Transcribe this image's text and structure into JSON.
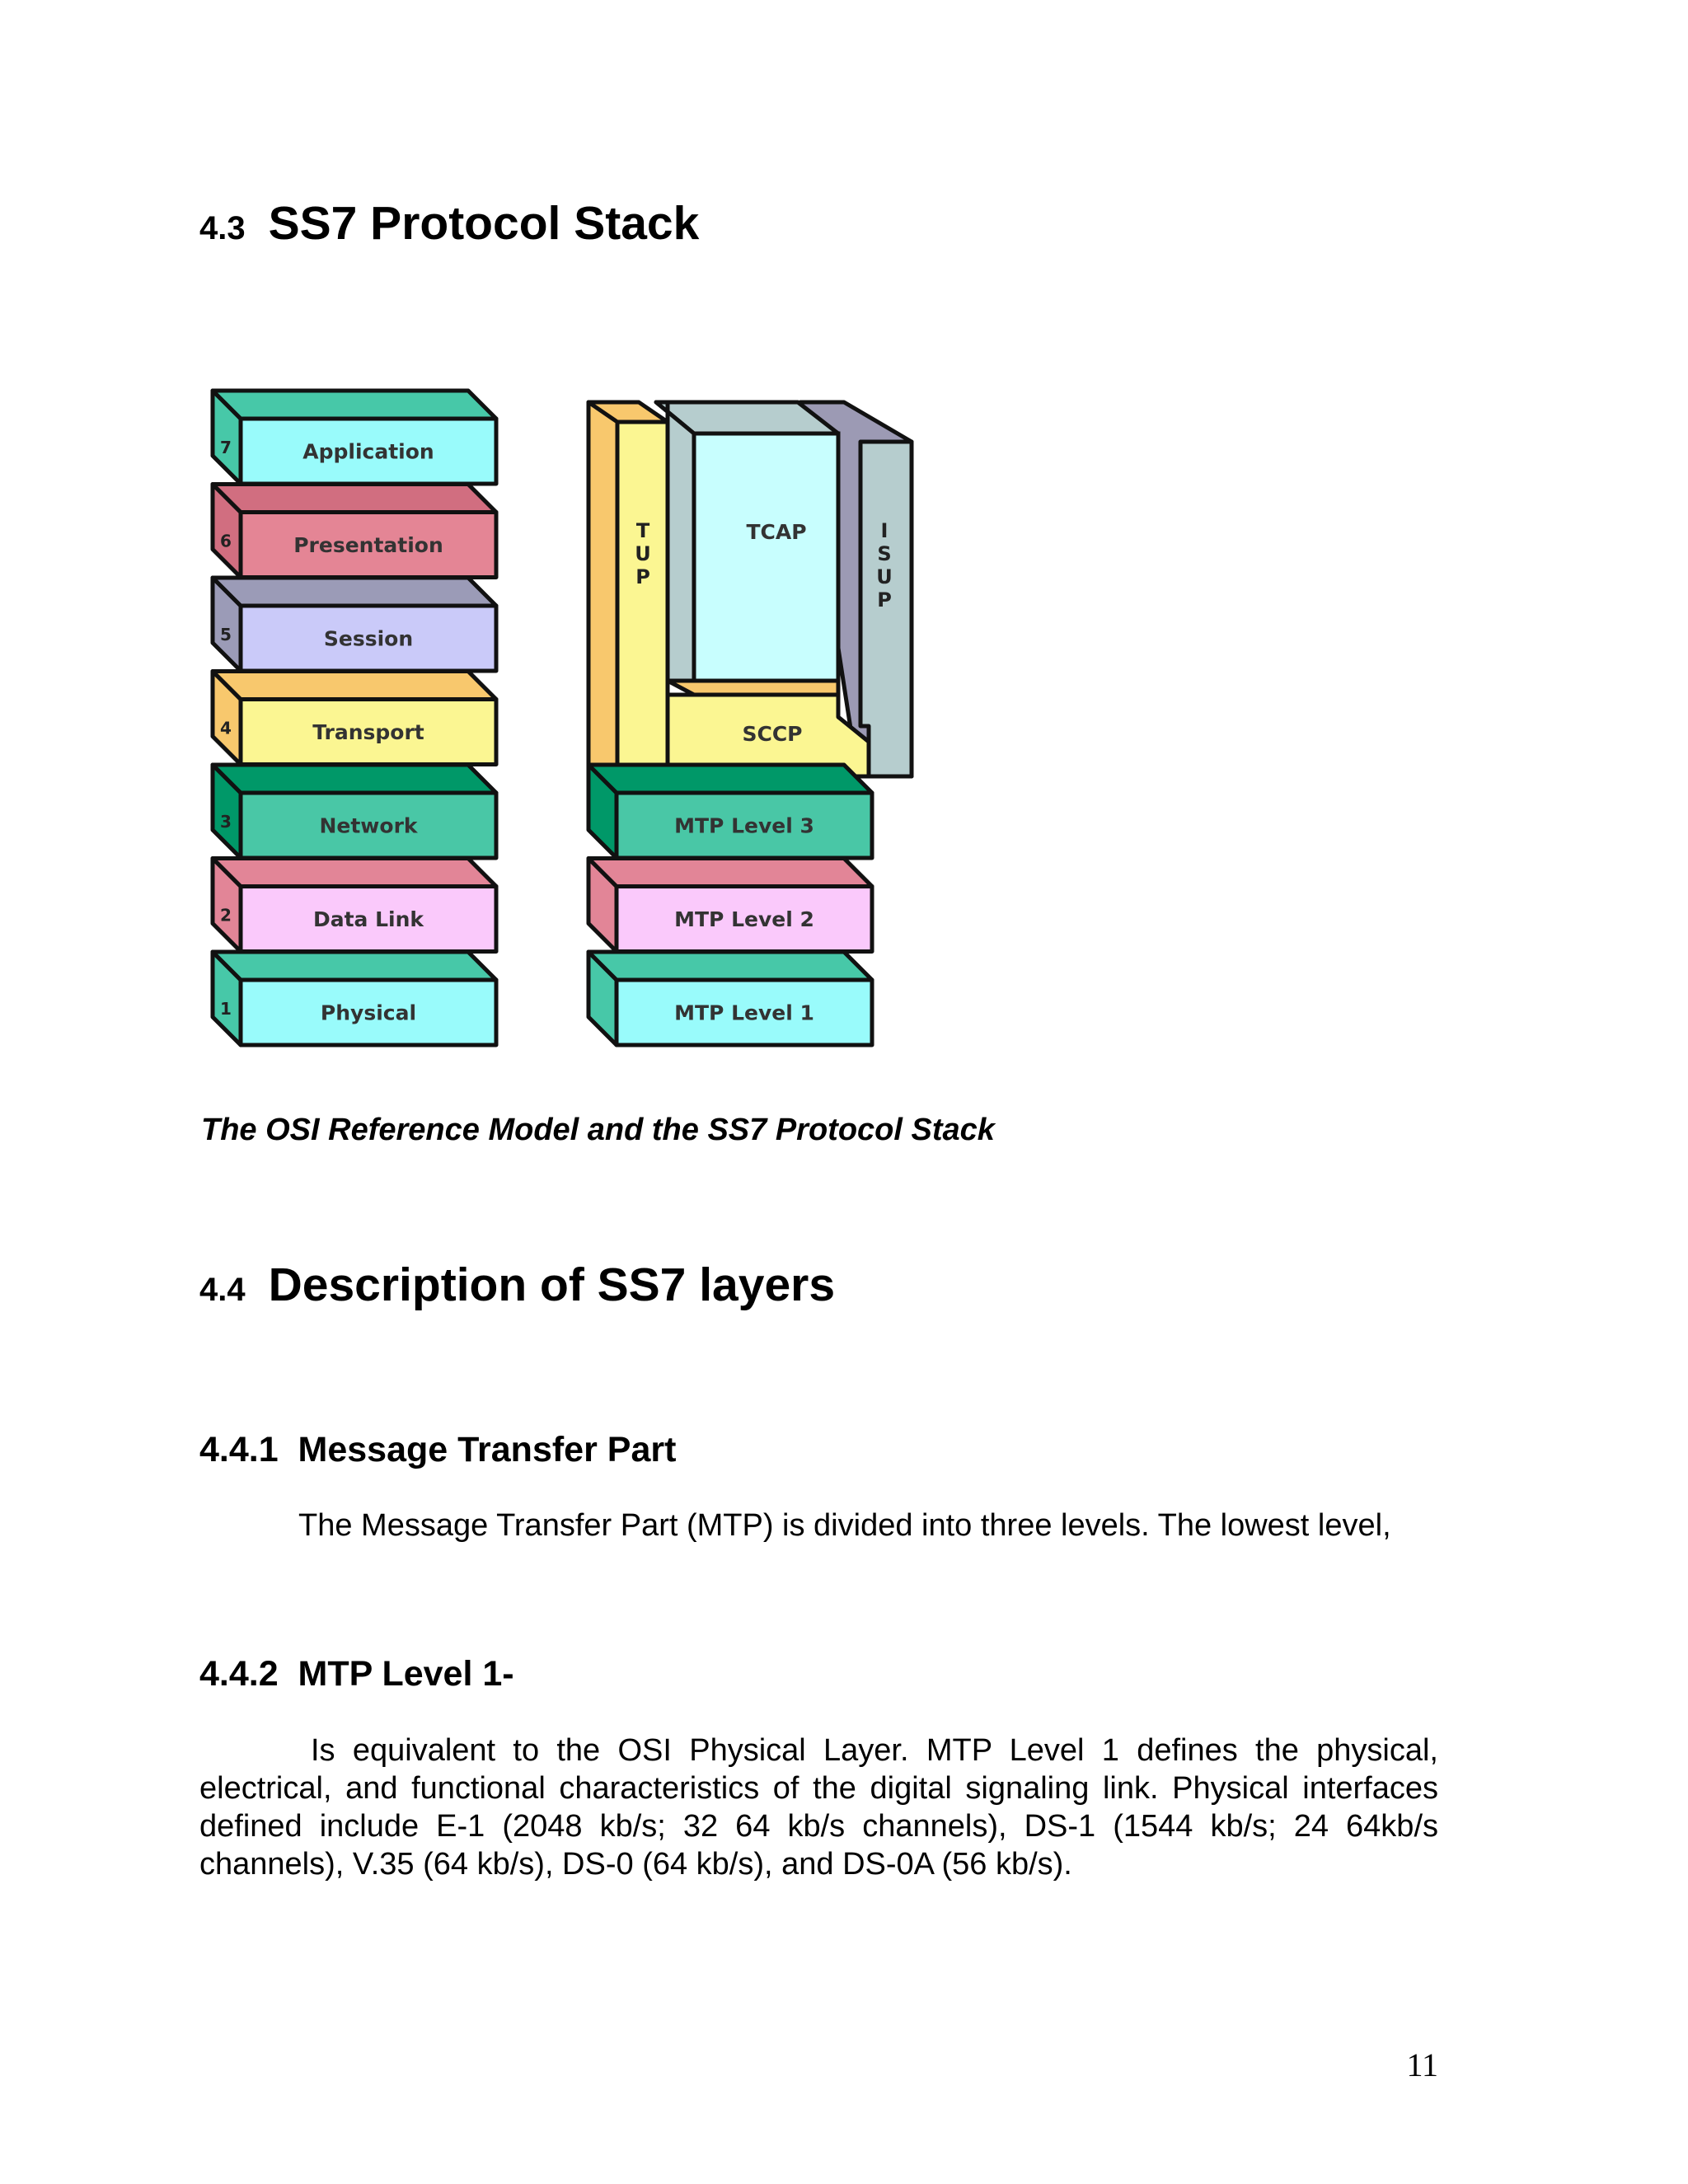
{
  "section_4_3": {
    "number": "4.3",
    "title": "SS7 Protocol Stack"
  },
  "figure": {
    "osi_layers": [
      {
        "number": "7",
        "name": "Application",
        "color": "#99fbfb",
        "side": "#47c8a8"
      },
      {
        "number": "6",
        "name": "Presentation",
        "color": "#e48595",
        "side": "#d16e80"
      },
      {
        "number": "5",
        "name": "Session",
        "color": "#cacaf9",
        "side": "#9b9bb7"
      },
      {
        "number": "4",
        "name": "Transport",
        "color": "#fbf692",
        "side": "#f8c86d"
      },
      {
        "number": "3",
        "name": "Network",
        "color": "#49c7a6",
        "side": "#009868"
      },
      {
        "number": "2",
        "name": "Data Link",
        "color": "#fac9fb",
        "side": "#e28597"
      },
      {
        "number": "1",
        "name": "Physical",
        "color": "#99fbfb",
        "side": "#47c8a8"
      }
    ],
    "ss7_mtp_levels": [
      {
        "name": "MTP Level 3",
        "color": "#49c7a6",
        "side": "#009868"
      },
      {
        "name": "MTP Level 2",
        "color": "#fac9fb",
        "side": "#e28597"
      },
      {
        "name": "MTP Level 1",
        "color": "#99fbfb",
        "side": "#47c8a8"
      }
    ],
    "ss7_upper": {
      "tup": {
        "letters": [
          "T",
          "U",
          "P"
        ],
        "color": "#fbf692",
        "side": "#f8c86d"
      },
      "tcap": {
        "name": "TCAP",
        "color": "#c8fefe",
        "side": "#b6cdce"
      },
      "isup": {
        "letters": [
          "I",
          "S",
          "U",
          "P"
        ],
        "color": "#b6cdce",
        "side": "#9c9ab4"
      },
      "sccp": {
        "name": "SCCP",
        "color": "#fbf692",
        "side": "#f8c86d"
      }
    }
  },
  "caption": "The OSI Reference Model and the SS7 Protocol Stack",
  "section_4_4": {
    "number": "4.4",
    "title": "Description of SS7 layers"
  },
  "section_4_4_1": {
    "heading": "4.4.1  Message Transfer Part",
    "body": "The Message Transfer Part (MTP) is divided into three levels. The lowest level,"
  },
  "section_4_4_2": {
    "heading": "4.4.2  MTP Level 1-",
    "body": "Is equivalent to the OSI Physical Layer. MTP Level 1 defines the physical, electrical, and functional characteristics of the digital signaling link. Physical interfaces defined include E-1 (2048 kb/s; 32 64 kb/s channels), DS-1 (1544 kb/s; 24 64kb/s channels), V.35 (64 kb/s), DS-0 (64 kb/s), and DS-0A (56 kb/s)."
  },
  "page_number": "11"
}
